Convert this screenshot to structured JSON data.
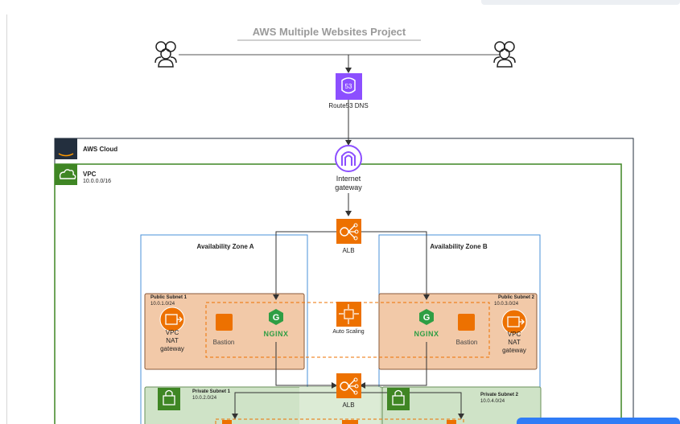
{
  "title": "AWS Multiple Websites Project",
  "route53": {
    "label": "Route53 DNS"
  },
  "cloud": {
    "label": "AWS Cloud",
    "logo_text": "aws"
  },
  "vpc": {
    "label": "VPC",
    "cidr": "10.0.0.0/16"
  },
  "igw": {
    "line1": "Internet",
    "line2": "gateway"
  },
  "alb": {
    "label": "ALB"
  },
  "alb2": {
    "label": "ALB"
  },
  "az_a": {
    "label": "Availability Zone A"
  },
  "az_b": {
    "label": "Availability Zone B"
  },
  "pub1": {
    "label": "Public Subnet 1",
    "cidr": "10.0.1.0/24"
  },
  "pub2": {
    "label": "Public Subnet 2",
    "cidr": "10.0.3.0/24"
  },
  "priv1": {
    "label": "Private Subnet 1",
    "cidr": "10.0.2.0/24"
  },
  "priv2": {
    "label": "Private Subnet 2",
    "cidr": "10.0.4.0/24"
  },
  "nat_a": {
    "line1": "VPC",
    "line2": "NAT",
    "line3": "gateway"
  },
  "nat_b": {
    "line1": "VPC",
    "line2": "NAT",
    "line3": "gateway"
  },
  "bastion_a": {
    "label": "Bastion"
  },
  "bastion_b": {
    "label": "Bastion"
  },
  "nginx_a": {
    "label": "NGINX"
  },
  "nginx_b": {
    "label": "NGINX"
  },
  "autoscaling": {
    "label": "Auto Scaling"
  },
  "colors": {
    "route53": "#8c4fff",
    "aws_orange": "#ed7100",
    "vpc_green": "#3f8624",
    "subnet_public_fill": "#f2c9a8",
    "subnet_private_fill": "#cfe3c7",
    "az_blue": "#4a90d9",
    "nginx_green": "#2f9e44"
  }
}
